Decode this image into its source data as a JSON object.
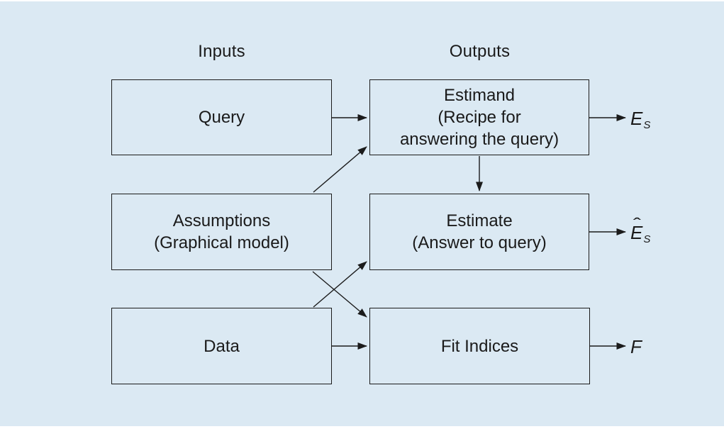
{
  "diagram": {
    "background_color": "#dbe9f3",
    "line_color": "#1b1b1b",
    "text_color": "#1a1a1a"
  },
  "headers": {
    "inputs": "Inputs",
    "outputs": "Outputs"
  },
  "boxes": {
    "query": {
      "lines": [
        "Query"
      ]
    },
    "assumptions": {
      "lines": [
        "Assumptions",
        "(Graphical model)"
      ]
    },
    "data": {
      "lines": [
        "Data"
      ]
    },
    "estimand": {
      "lines": [
        "Estimand",
        "(Recipe for",
        "answering the query)"
      ]
    },
    "estimate": {
      "lines": [
        "Estimate",
        "(Answer to query)"
      ]
    },
    "fit_indices": {
      "lines": [
        "Fit Indices"
      ]
    }
  },
  "output_labels": {
    "estimand": {
      "symbol": "E",
      "subscript": "S",
      "hat": ""
    },
    "estimate": {
      "symbol": "E",
      "subscript": "S",
      "hat": "ˆ"
    },
    "fit": {
      "symbol": "F",
      "subscript": "",
      "hat": ""
    }
  }
}
